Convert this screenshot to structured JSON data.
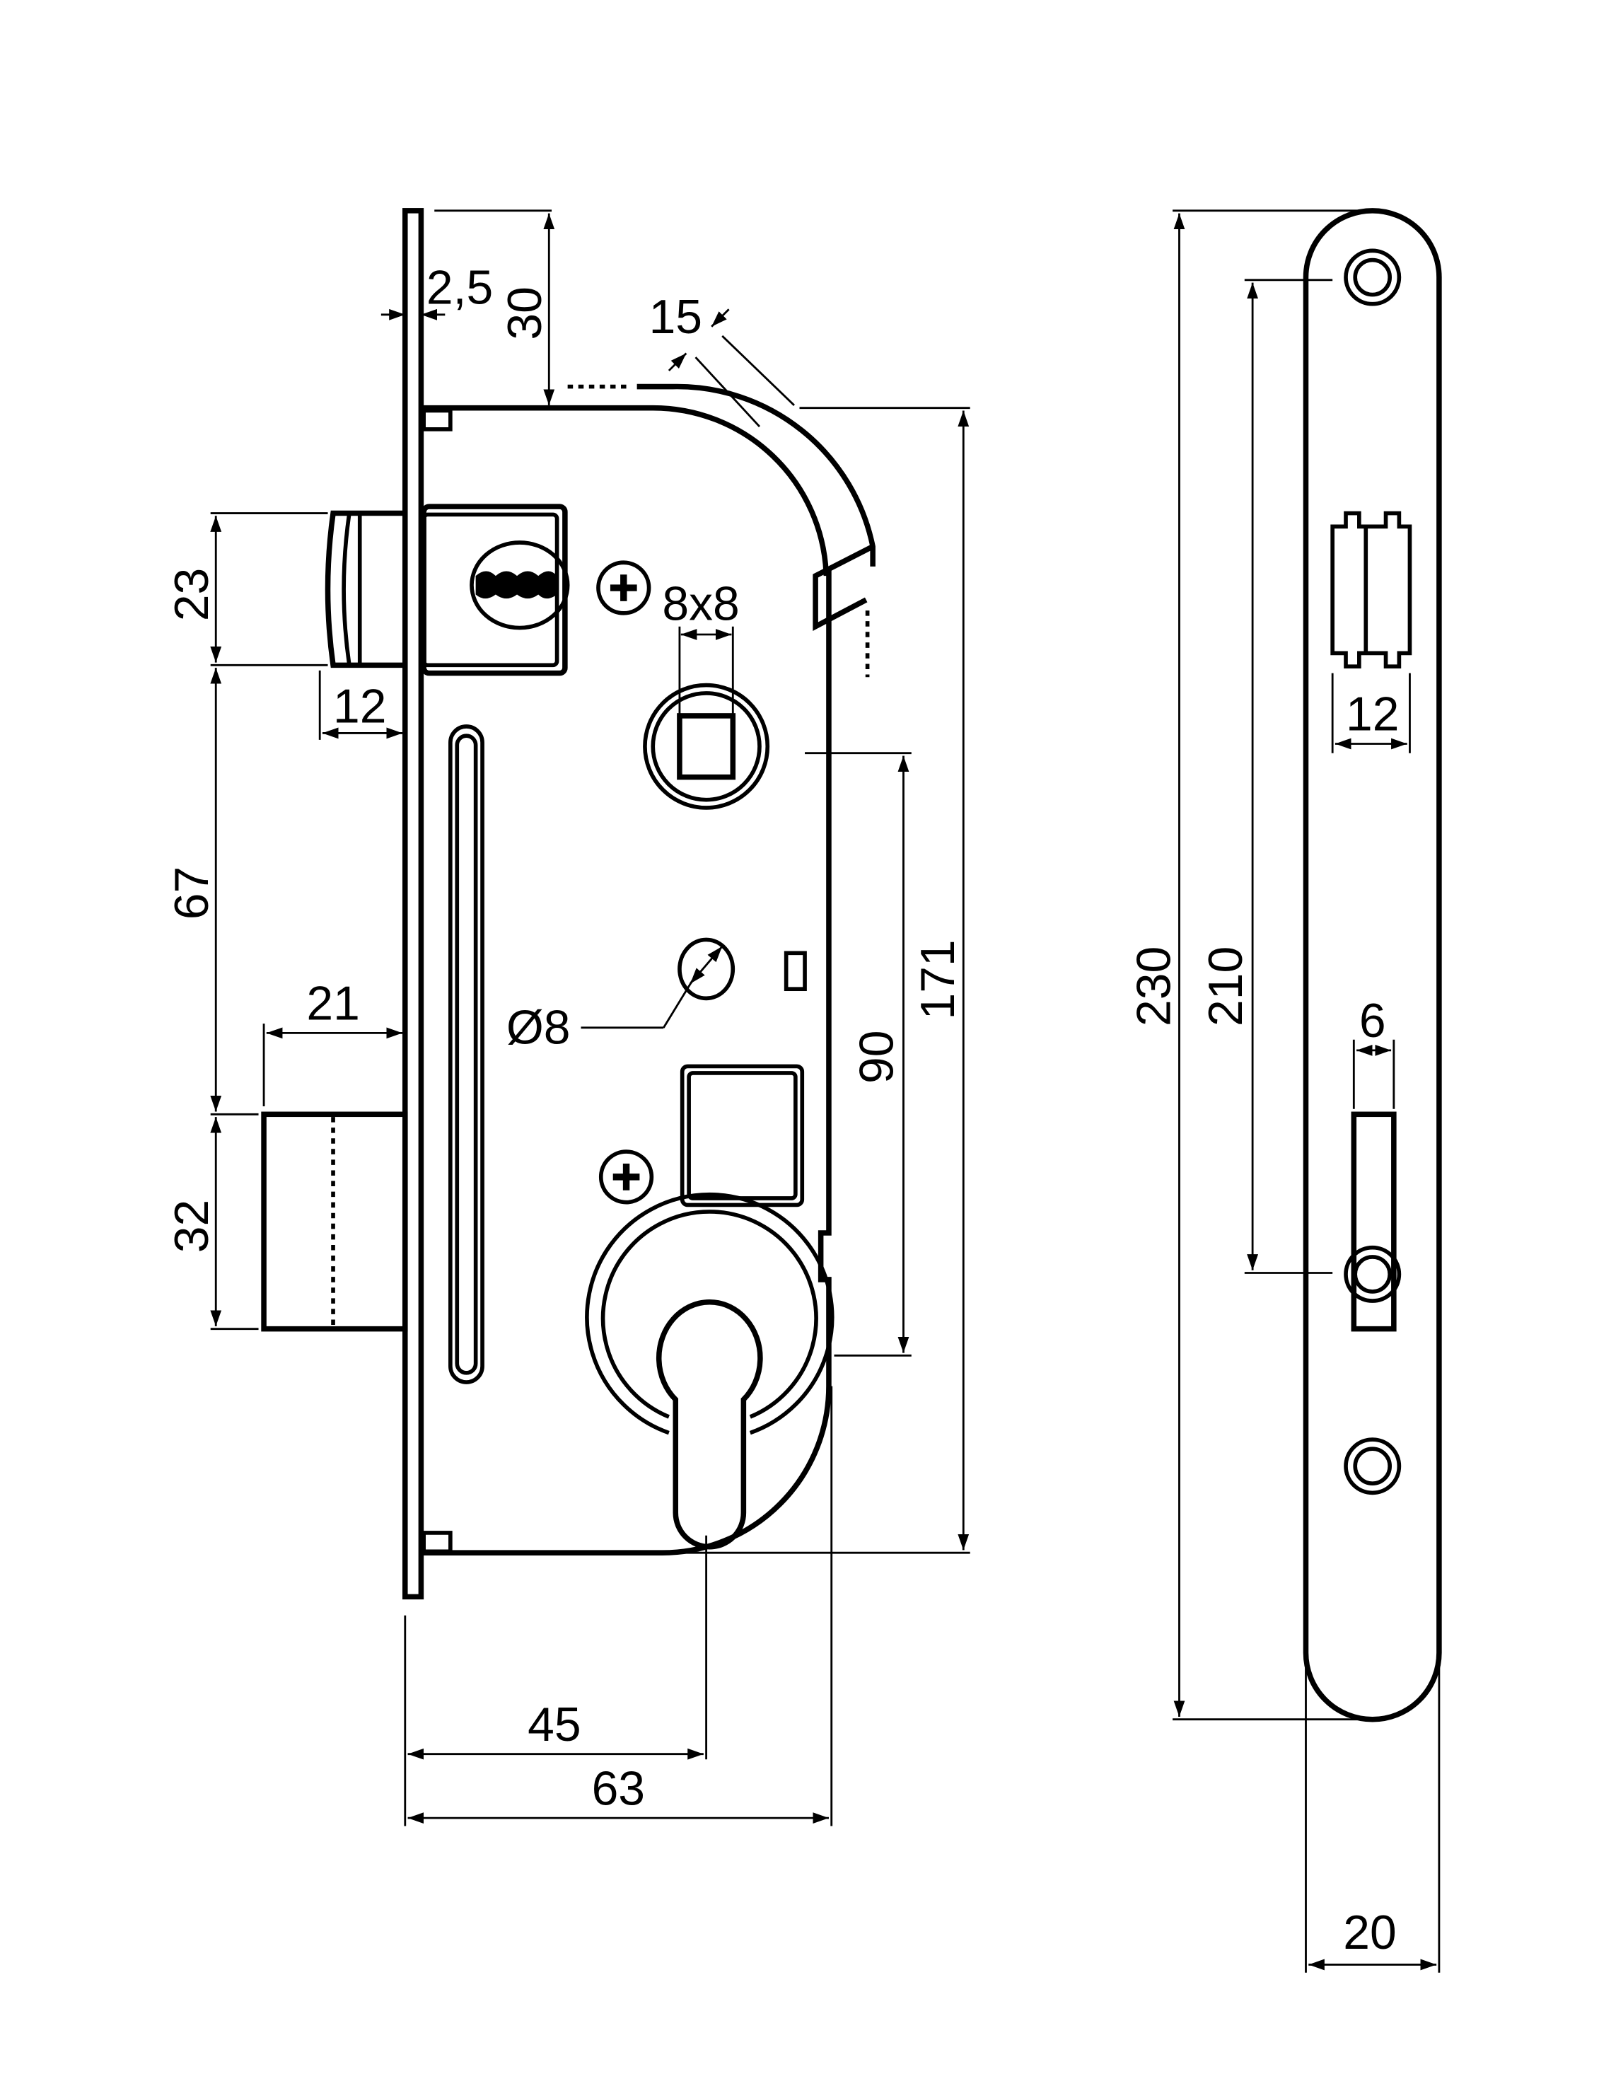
{
  "drawing": {
    "title": "Mortise lock with strike plate — technical drawing",
    "units": "mm",
    "colors": {
      "line": "#000000",
      "background": "#ffffff"
    },
    "lock_dimensions": {
      "faceplate_thickness": "2,5",
      "top_offset": "30",
      "radius_offset": "15",
      "spindle_square": "8x8",
      "latch_height": "23",
      "latch_projection": "12",
      "latch_to_bolt": "67",
      "bolt_projection": "21",
      "bolt_height": "32",
      "hole_diameter": "Ø8",
      "spindle_to_cylinder": "90",
      "case_height": "171",
      "backset": "45",
      "case_depth": "63"
    },
    "strike_dimensions": {
      "total_length": "230",
      "hole_spacing": "210",
      "latch_opening_width": "12",
      "bolt_opening_width": "6",
      "plate_width": "20"
    }
  }
}
